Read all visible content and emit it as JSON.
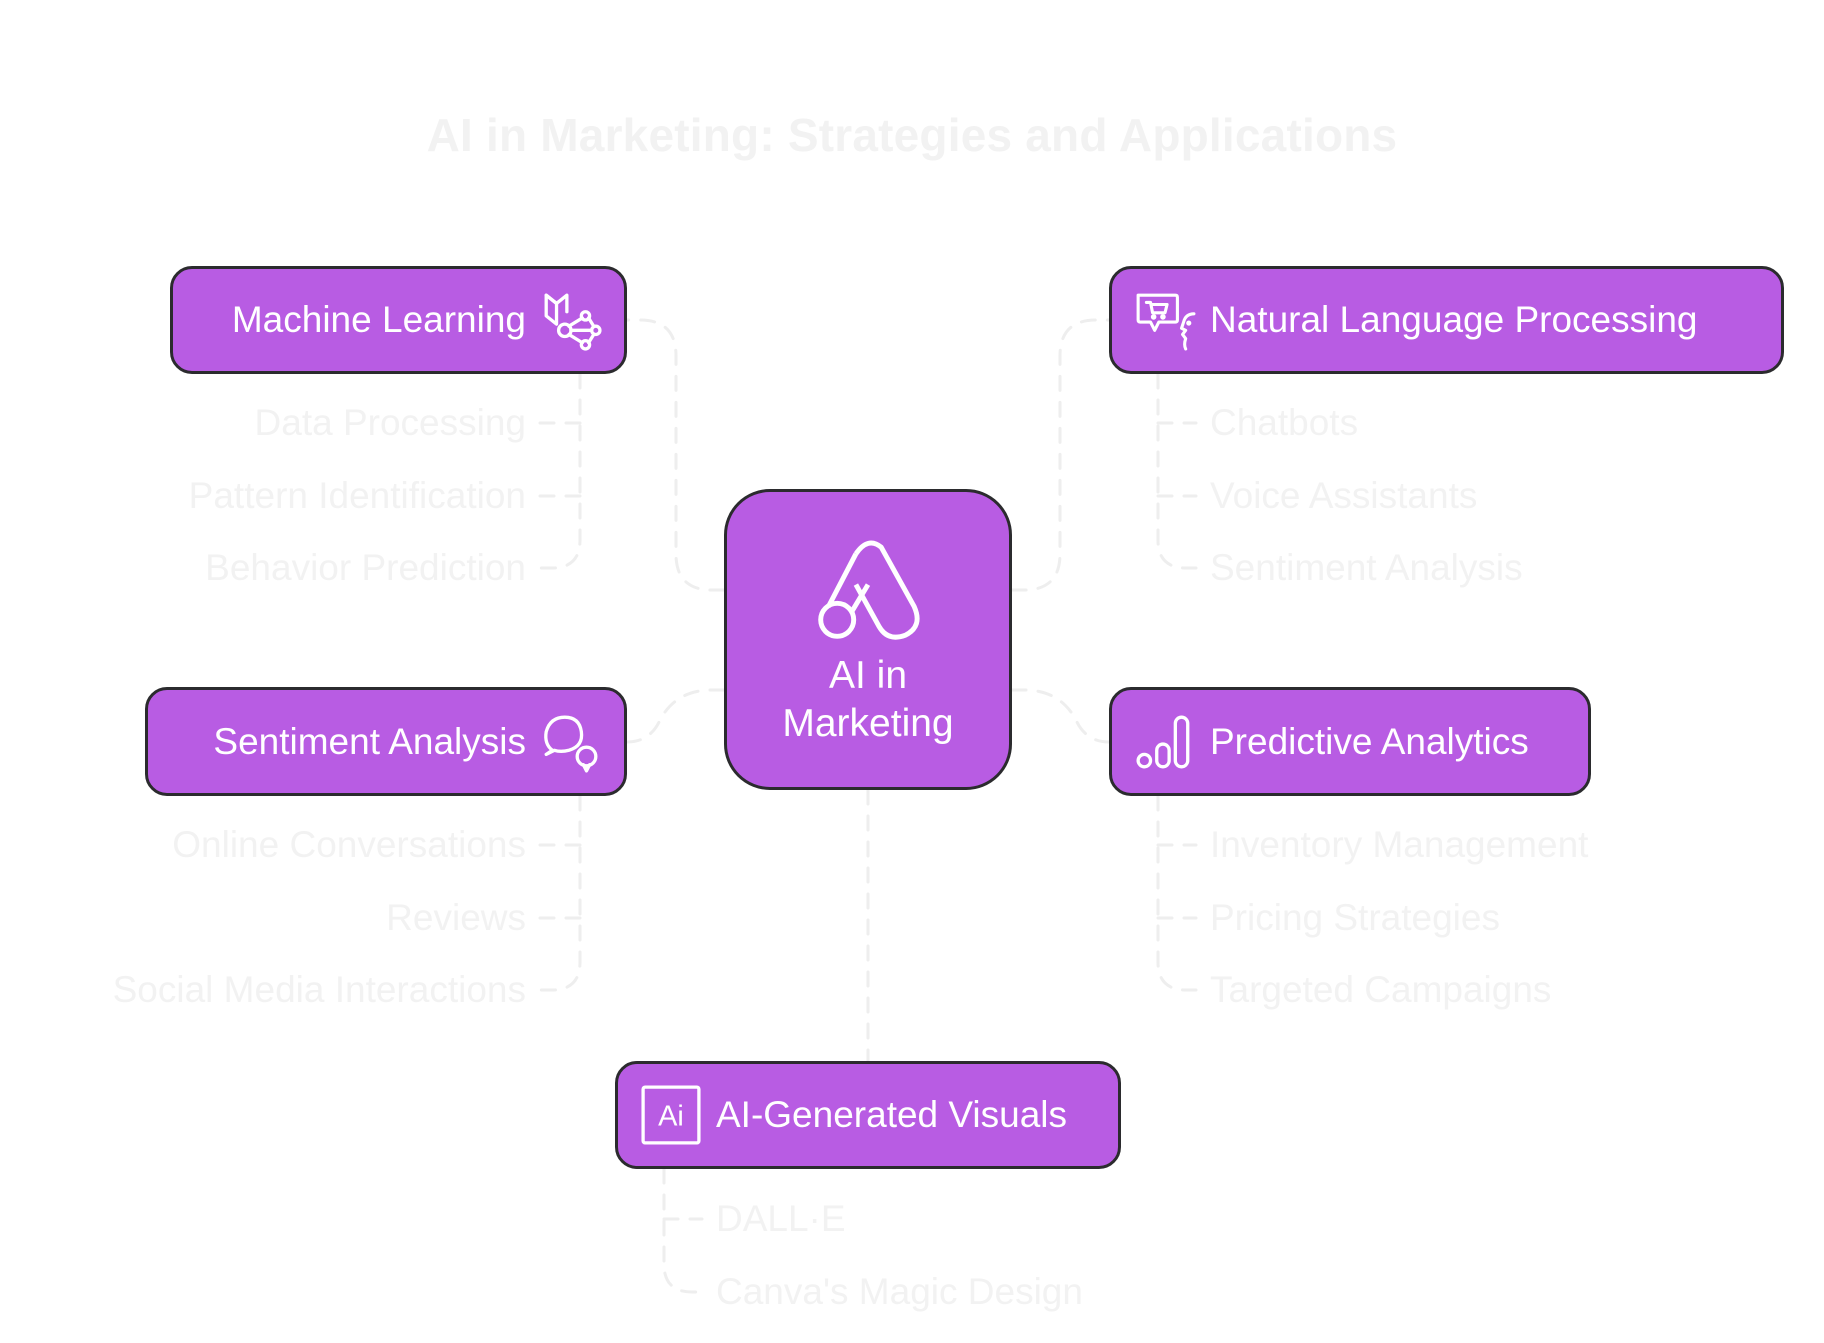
{
  "title": "AI in Marketing: Strategies and Applications",
  "colors": {
    "node_fill": "#b85ce3",
    "node_border": "#2b2b2e",
    "node_text": "#ffffff",
    "muted_text": "#f2f2f2",
    "connector": "#eeeeee"
  },
  "center": {
    "label_line1": "AI in",
    "label_line2": "Marketing",
    "icon": "google-ads-icon"
  },
  "branches": {
    "machine_learning": {
      "label": "Machine Learning",
      "icon": "book-network-icon",
      "items": [
        "Data Processing",
        "Pattern Identification",
        "Behavior Prediction"
      ]
    },
    "nlp": {
      "label": "Natural Language Processing",
      "icon": "chat-cart-voice-icon",
      "items": [
        "Chatbots",
        "Voice Assistants",
        "Sentiment Analysis"
      ]
    },
    "sentiment": {
      "label": "Sentiment Analysis",
      "icon": "chat-bubbles-icon",
      "items": [
        "Online Conversations",
        "Reviews",
        "Social Media Interactions"
      ]
    },
    "predictive": {
      "label": "Predictive Analytics",
      "icon": "bar-chart-icon",
      "items": [
        "Inventory Management",
        "Pricing Strategies",
        "Targeted Campaigns"
      ]
    },
    "visuals": {
      "label": "AI-Generated Visuals",
      "icon": "adobe-illustrator-icon",
      "icon_text": "Ai",
      "items": [
        "DALL·E",
        "Canva's Magic Design"
      ]
    }
  }
}
